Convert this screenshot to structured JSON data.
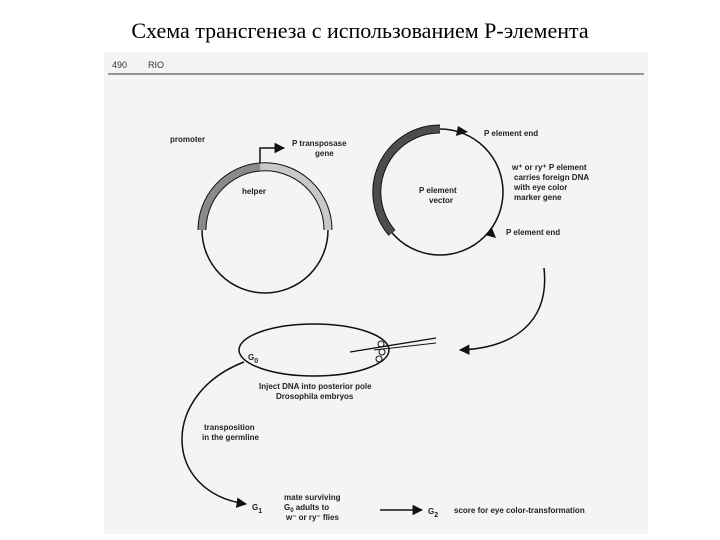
{
  "slide": {
    "title": "Схема трансгенеза с использованием Р-элемента"
  },
  "figure": {
    "header": {
      "page_number": "490",
      "author": "RIO"
    },
    "helper_plasmid": {
      "transposase_line1": "P transposase",
      "transposase_line2": "gene",
      "promoter": "promoter",
      "name": "helper"
    },
    "vector_plasmid": {
      "name_line1": "P element",
      "name_line2": "vector",
      "end_top": "P element end",
      "end_bottom": "P element end",
      "desc_lines": [
        "w⁺ or ry⁺ P element",
        "carries foreign DNA",
        "with eye color",
        "marker gene"
      ]
    },
    "embryo": {
      "gen_prefix": "G",
      "gen_sub": "0",
      "inject_line1": "Inject DNA into posterior pole",
      "inject_line2": "Drosophila embryos"
    },
    "transposition": {
      "line1": "transposition",
      "line2": "in the germline"
    },
    "g1": {
      "prefix": "G",
      "sub": "1"
    },
    "mate": {
      "line1": "mate surviving",
      "line2_prefix": "G",
      "line2_sub": "0",
      "line2_rest": " adults to",
      "line3": "w⁻ or ry⁻ flies"
    },
    "g2": {
      "prefix": "G",
      "sub": "2"
    },
    "score": "score for eye color-transformation"
  }
}
